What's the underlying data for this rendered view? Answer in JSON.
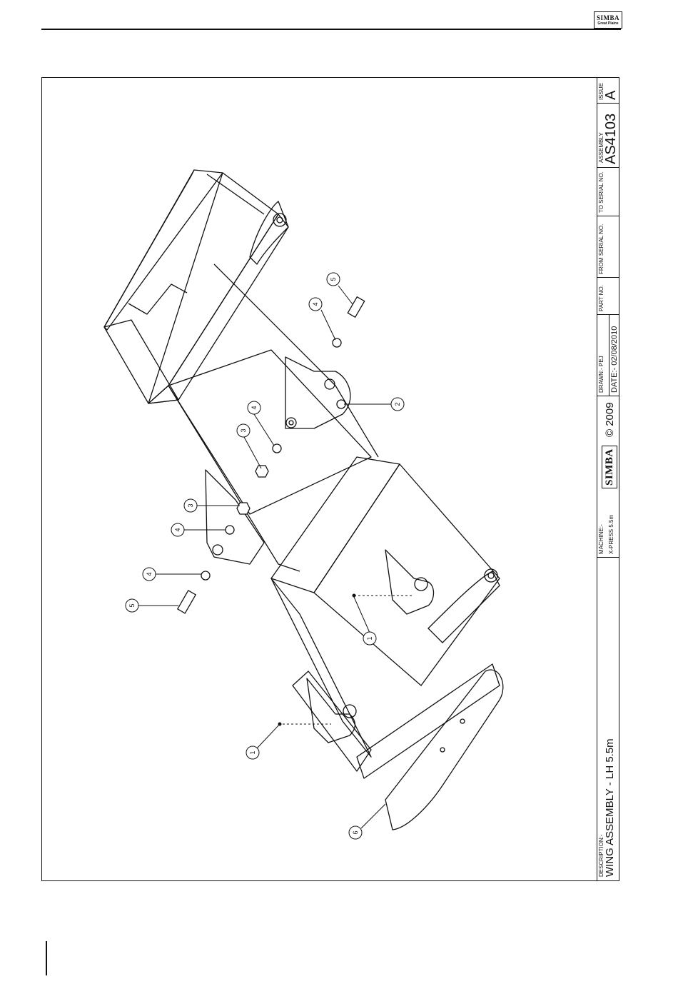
{
  "logo": {
    "brand": "SIMBA",
    "tagline": "Great Plains"
  },
  "title_block": {
    "description_label": "DESCRIPTION:-",
    "description": "WING ASSEMBLY - LH 5.5m",
    "machine_label": "MACHINE:-",
    "machine": "X-PRESS 5.5m",
    "brand_mark": "SIMBA",
    "copyright": "© 2009",
    "drawn_label": "DRAWN:- PEJ",
    "date_label": "DATE:- 02/08/2010",
    "part_no_label": "PART NO.",
    "from_serial_label": "FROM SERIAL NO.",
    "to_serial_label": "TO SERIAL NO.",
    "assembly_label": "ASSEMBLY",
    "assembly": "AS4103",
    "issue_label": "ISSUE",
    "issue": "A"
  },
  "balloons": [
    "1",
    "1",
    "2",
    "3",
    "3",
    "4",
    "4",
    "4",
    "4",
    "5",
    "5",
    "6"
  ]
}
